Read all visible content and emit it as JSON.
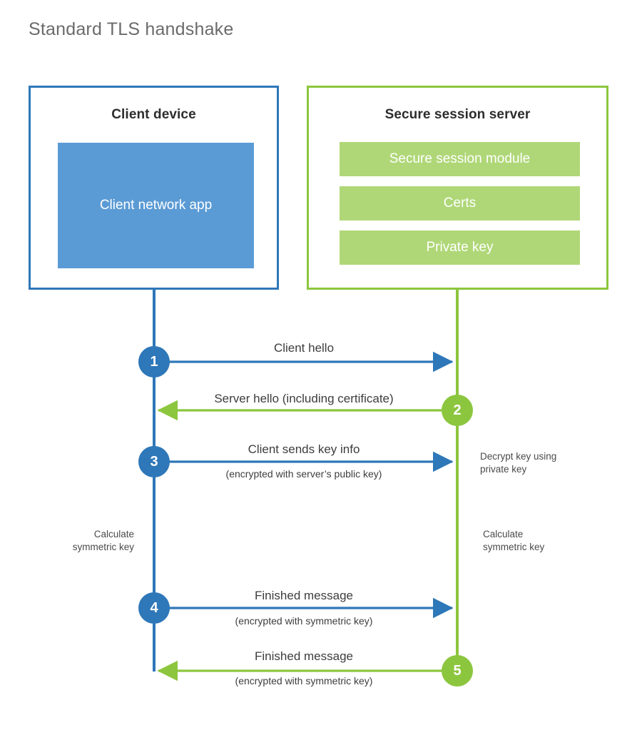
{
  "title": "Standard TLS handshake",
  "colors": {
    "client_blue": "#2E77B8",
    "client_app_blue": "#5B9BD5",
    "server_green": "#8CC63E",
    "server_bar_green": "#AFD777",
    "text_dark": "#3d3d3d",
    "title_gray": "#6b6b6b"
  },
  "client": {
    "title": "Client device",
    "app_label": "Client network app"
  },
  "server": {
    "title": "Secure session server",
    "bars": [
      {
        "label": "Secure session module"
      },
      {
        "label": "Certs"
      },
      {
        "label": "Private key"
      }
    ]
  },
  "steps": [
    {
      "number": "1",
      "label": "Client hello",
      "sublabel": "",
      "direction": "client-to-server",
      "color": "blue"
    },
    {
      "number": "2",
      "label": "Server hello (including certificate)",
      "sublabel": "",
      "direction": "server-to-client",
      "color": "green"
    },
    {
      "number": "3",
      "label": "Client sends key info",
      "sublabel": "(encrypted with server’s public key)",
      "direction": "client-to-server",
      "color": "blue"
    },
    {
      "number": "4",
      "label": "Finished message",
      "sublabel": "(encrypted with symmetric key)",
      "direction": "client-to-server",
      "color": "blue"
    },
    {
      "number": "5",
      "label": "Finished message",
      "sublabel": "(encrypted with symmetric key)",
      "direction": "server-to-client",
      "color": "green"
    }
  ],
  "notes": {
    "decrypt_key": "Decrypt key using\nprivate key",
    "calculate_symmetric_key_client": "Calculate\nsymmetric key",
    "calculate_symmetric_key_server": "Calculate\nsymmetric key"
  }
}
